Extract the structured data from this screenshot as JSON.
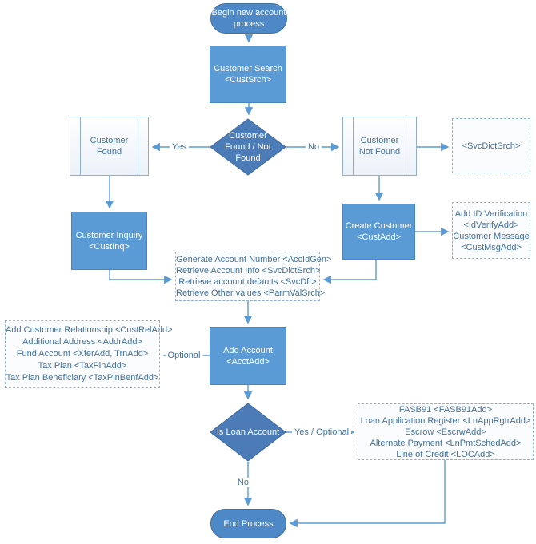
{
  "diagram": {
    "colors": {
      "process_fill": "#5b9bd5",
      "terminator_fill": "#4e88c6",
      "decision_fill": "#4b7cb8",
      "light_box_border": "#8faece",
      "dashed_border": "#8fafd4",
      "connector": "#5b9bd5",
      "dark_text": "#44719c"
    },
    "nodes": {
      "begin": {
        "label": "Begin new account process"
      },
      "customer_search": {
        "lines": [
          "Customer Search",
          "<CustSrch>"
        ]
      },
      "decision_found": {
        "label": "Customer Found / Not Found"
      },
      "customer_found": {
        "label": "Customer Found"
      },
      "customer_not_found": {
        "label": "Customer Not Found"
      },
      "svcdictsrch": {
        "label": "<SvcDictSrch>"
      },
      "customer_inquiry": {
        "lines": [
          "Customer Inquiry",
          "<CustInq>"
        ]
      },
      "create_customer": {
        "lines": [
          "Create Customer",
          "<CustAdd>"
        ]
      },
      "id_verification": {
        "lines": [
          "Add ID Verification",
          "<IdVerifyAdd>",
          "Customer Message",
          "<CustMsgAdd>"
        ]
      },
      "generate_account": {
        "lines": [
          "Generate Account Number <AccIdGen>",
          "Retrieve Account Info <SvcDictSrch>",
          "Retrieve account defaults <SvcDft>",
          "Retrieve Other values <ParmValSrch>"
        ]
      },
      "add_account": {
        "lines": [
          "Add Account",
          "<AcctAdd>"
        ]
      },
      "optional_adds": {
        "lines": [
          "Add Customer Relationship <CustRelAdd>",
          "Additional Address <AddrAdd>",
          "Fund Account <XferAdd, TrnAdd>",
          "Tax Plan <TaxPlnAdd>",
          "Tax Plan Beneficiary <TaxPlnBenfAdd>"
        ]
      },
      "is_loan": {
        "label": "Is Loan Account"
      },
      "loan_adds": {
        "lines": [
          "FASB91 <FASB91Add>",
          "Loan Application Register <LnAppRgtrAdd>",
          "Escrow <EscrwAdd>",
          "Alternate Payment <LnPmtSchedAdd>",
          "Line of Credit <LOCAdd>"
        ]
      },
      "end": {
        "label": "End Process"
      }
    },
    "edge_labels": {
      "found_yes": "Yes",
      "found_no": "No",
      "optional": "Optional",
      "loan_yes": "Yes / Optional",
      "loan_no": "No"
    }
  }
}
